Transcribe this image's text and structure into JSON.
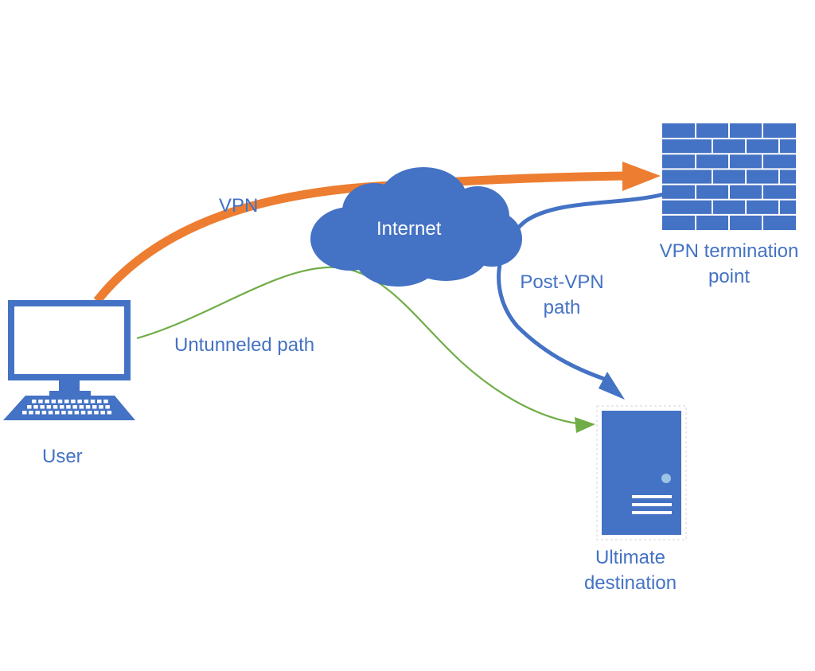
{
  "labels": {
    "vpn": "VPN",
    "internet": "Internet",
    "vpn_termination_line1": "VPN termination",
    "vpn_termination_line2": "point",
    "post_vpn_line1": "Post-VPN",
    "post_vpn_line2": "path",
    "untunneled": "Untunneled path",
    "user": "User",
    "destination_line1": "Ultimate",
    "destination_line2": "destination"
  },
  "icons": {
    "user": "laptop-icon",
    "internet": "cloud-icon",
    "vpn_termination": "firewall-icon",
    "destination": "server-icon"
  },
  "colors": {
    "primary_blue": "#4472c4",
    "vpn_orange": "#ed7d31",
    "untunneled_green": "#70ad47",
    "label_blue": "#4472c4"
  }
}
